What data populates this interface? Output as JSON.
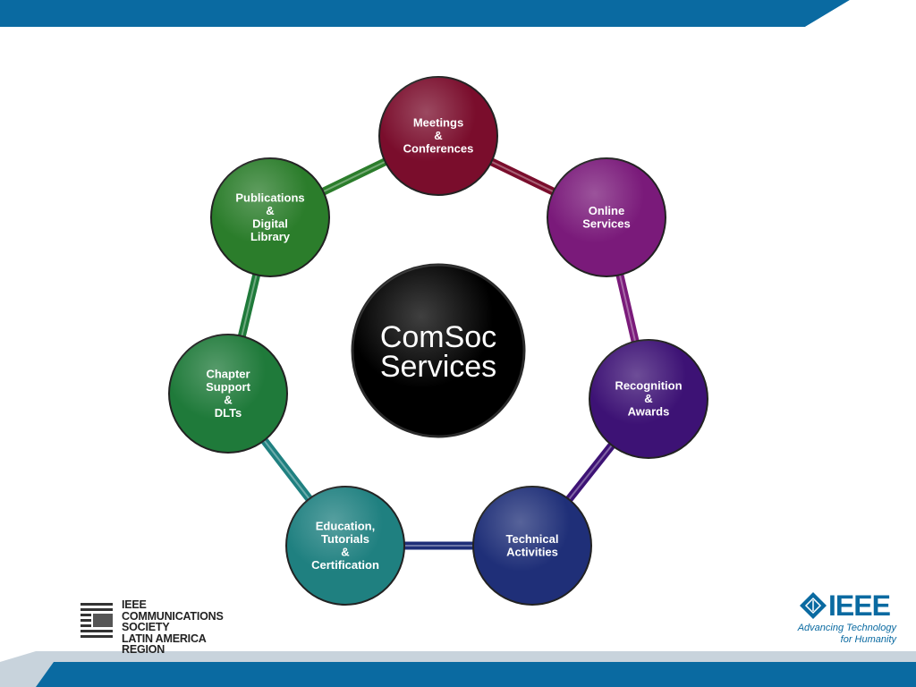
{
  "center": {
    "line1": "ComSoc",
    "line2": "Services"
  },
  "nodes": [
    {
      "id": "meetings",
      "lines": [
        "Meetings",
        "&",
        "Conferences"
      ],
      "color": "#7a0d2c"
    },
    {
      "id": "online",
      "lines": [
        "Online",
        "Services"
      ],
      "color": "#7a1a7a"
    },
    {
      "id": "recognition",
      "lines": [
        "Recognition",
        "&",
        "Awards"
      ],
      "color": "#3d1275"
    },
    {
      "id": "technical",
      "lines": [
        "Technical",
        "Activities"
      ],
      "color": "#1f2f78"
    },
    {
      "id": "education",
      "lines": [
        "Education,",
        "Tutorials",
        "&",
        "Certification"
      ],
      "color": "#1f8080"
    },
    {
      "id": "chapter",
      "lines": [
        "Chapter",
        "Support",
        "&",
        "DLTs"
      ],
      "color": "#1f7a3a"
    },
    {
      "id": "publications",
      "lines": [
        "Publications",
        "&",
        "Digital",
        "Library"
      ],
      "color": "#2b7d2b"
    }
  ],
  "left_logo": {
    "lines": [
      "IEEE",
      "COMMUNICATIONS",
      "SOCIETY",
      "LATIN AMERICA REGION"
    ]
  },
  "right_logo": {
    "name": "IEEE",
    "tagline1": "Advancing Technology",
    "tagline2": "for Humanity"
  },
  "colors": {
    "bar": "#0a6aa1",
    "bar_accent": "#c8d3dc",
    "ieee_blue": "#0a6aa1"
  }
}
